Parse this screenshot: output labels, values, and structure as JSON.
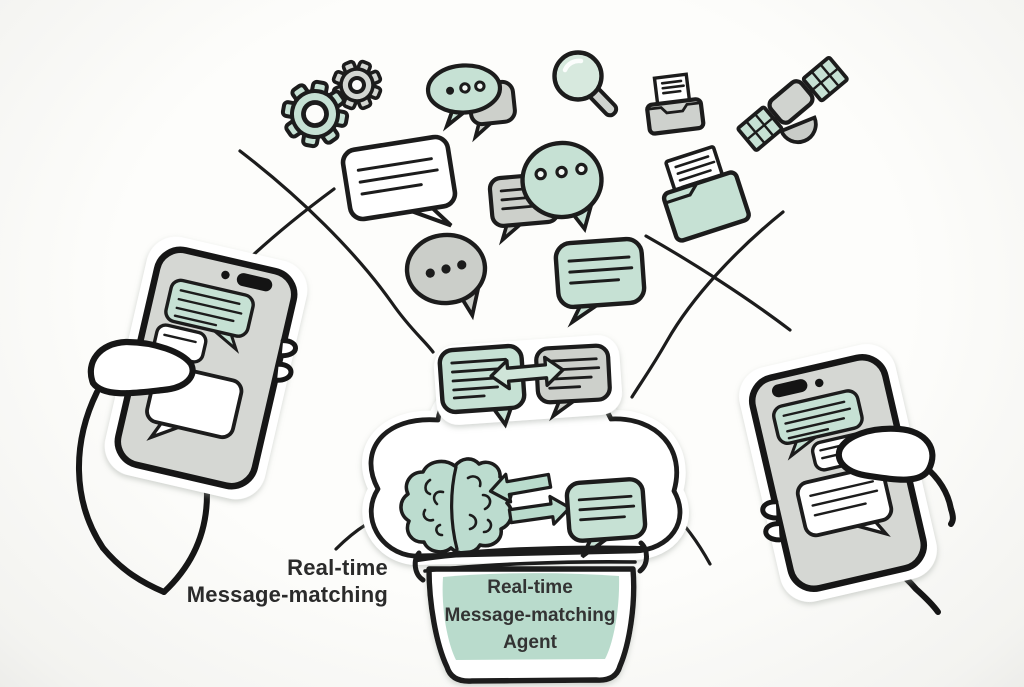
{
  "illustration": {
    "style": "hand-drawn sketch",
    "background": "#fbfbf9",
    "palette": {
      "mint": "#c6e1d4",
      "mint_deep": "#b9dbcc",
      "mint_light": "#cfe4d8",
      "gray_fill": "#cdd0cb",
      "phone_gray": "#d5d7d3",
      "outline": "#1c1c1c",
      "text": "#2b2b2b"
    },
    "captions": {
      "left_caption": "Real-time\nMessage-matching",
      "agent_bucket": "Real-time\nMessage-matching\nAgent"
    },
    "icons": [
      {
        "name": "gears-icon"
      },
      {
        "name": "chat-dots-pair-icon"
      },
      {
        "name": "magnifier-icon"
      },
      {
        "name": "document-tray-icon"
      },
      {
        "name": "satellite-icon"
      },
      {
        "name": "speech-bubble-white-icon"
      },
      {
        "name": "chat-dots-green-pair-icon"
      },
      {
        "name": "folder-document-icon"
      },
      {
        "name": "speech-bubble-dots-gray-icon"
      },
      {
        "name": "speech-bubble-lines-green-icon"
      },
      {
        "name": "message-exchange-arrows-icon"
      },
      {
        "name": "brain-icon"
      },
      {
        "name": "cloud-agent"
      },
      {
        "name": "agent-basket"
      },
      {
        "name": "phone-in-hand-left"
      },
      {
        "name": "phone-in-hand-right"
      }
    ]
  }
}
